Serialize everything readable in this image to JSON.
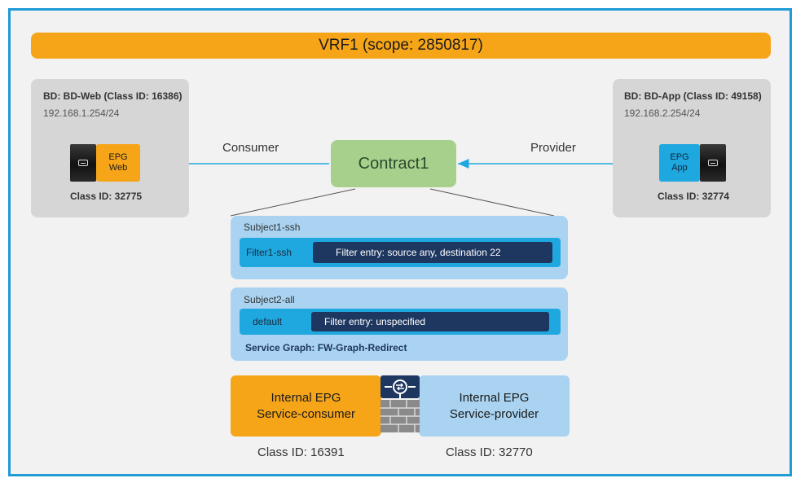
{
  "vrf": {
    "label": "VRF1 (scope: 2850817)"
  },
  "bd_web": {
    "title": "BD: BD-Web (Class ID: 16386)",
    "subnet": "192.168.1.254/24",
    "epg_line1": "EPG",
    "epg_line2": "Web",
    "class_id": "Class ID: 32775"
  },
  "bd_app": {
    "title": "BD: BD-App (Class ID: 49158)",
    "subnet": "192.168.2.254/24",
    "epg_line1": "EPG",
    "epg_line2": "App",
    "class_id": "Class ID: 32774"
  },
  "contract": {
    "name": "Contract1",
    "consumer_label": "Consumer",
    "provider_label": "Provider"
  },
  "subject1": {
    "name": "Subject1-ssh",
    "filter_name": "Filter1-ssh",
    "entry": "Filter entry: source any, destination 22"
  },
  "subject2": {
    "name": "Subject2-all",
    "filter_name": "default",
    "entry": "Filter entry: unspecified",
    "service_graph": "Service Graph: FW-Graph-Redirect"
  },
  "internal_consumer": {
    "line1": "Internal EPG",
    "line2": "Service-consumer",
    "class_id": "Class ID: 16391"
  },
  "internal_provider": {
    "line1": "Internal EPG",
    "line2": "Service-provider",
    "class_id": "Class ID: 32770"
  },
  "icons": {
    "server": "server-icon",
    "firewall": "firewall-icon"
  },
  "colors": {
    "frame": "#1f9bd6",
    "vrf": "#f6a519",
    "contract": "#a8d08d",
    "subject": "#a9d3f0",
    "filter": "#1fa8e0",
    "entry": "#1e3760",
    "arrow": "#1fa8e0"
  }
}
